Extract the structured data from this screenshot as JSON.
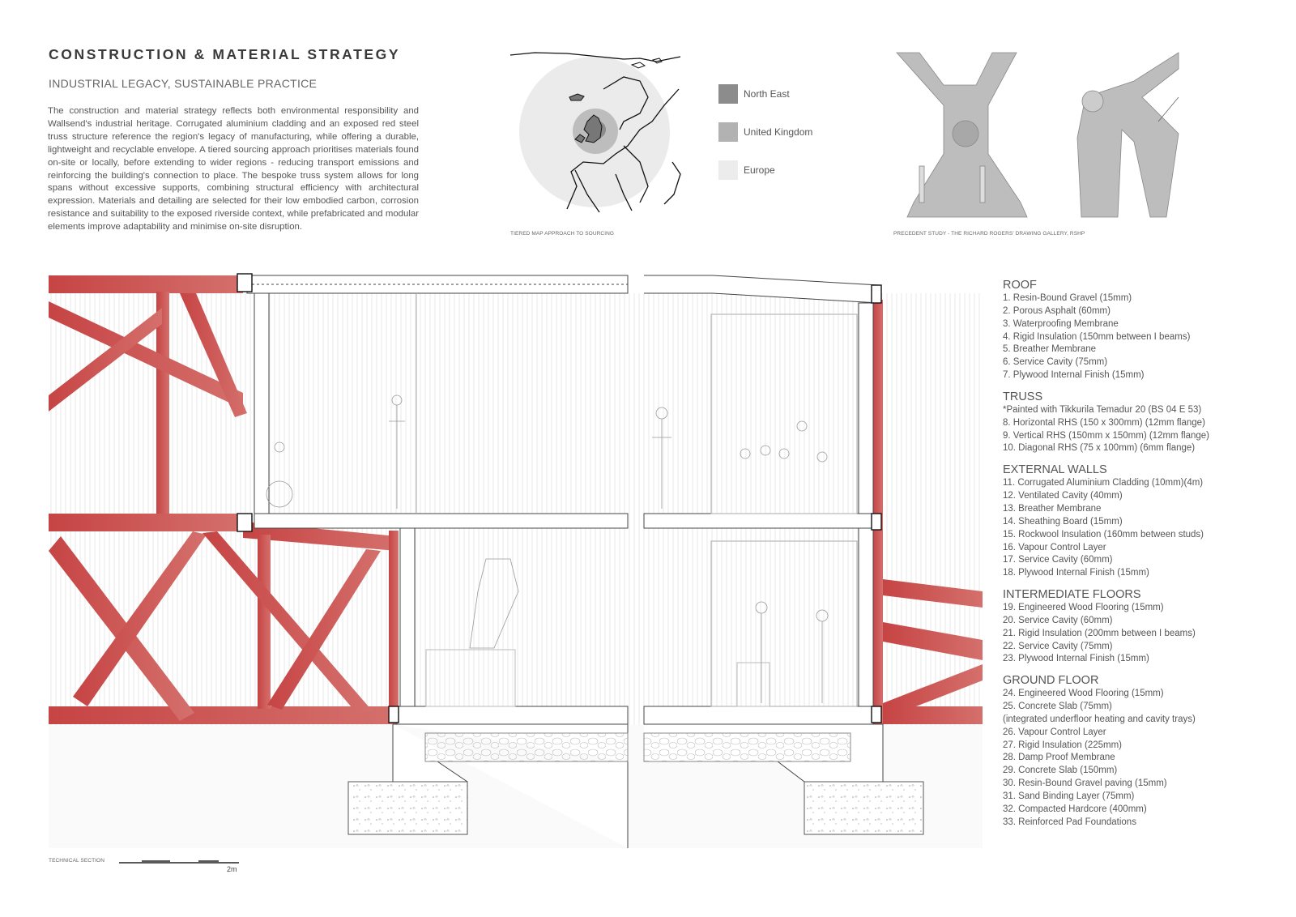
{
  "header": {
    "title": "CONSTRUCTION & MATERIAL STRATEGY",
    "subtitle": "INDUSTRIAL LEGACY, SUSTAINABLE PRACTICE",
    "intro": "The construction and material strategy reflects both environmental responsibility and Wallsend's industrial heritage. Corrugated aluminium cladding and an exposed red steel truss structure reference the region's legacy of manufacturing, while offering a durable, lightweight and recyclable envelope. A tiered sourcing approach prioritises materials found on-site or locally, before extending to wider regions - reducing transport emissions and reinforcing the building's connection to place. The bespoke truss system allows for long spans without excessive supports, combining structural efficiency with architectural expression. Materials and detailing are selected for their low embodied carbon, corrosion resistance and suitability to the exposed riverside context, while prefabricated and modular elements improve adaptability and minimise on-site disruption."
  },
  "map": {
    "caption": "TIERED MAP APPROACH TO SOURCING",
    "legend": [
      {
        "label": "North East",
        "color": "#8c8c8c"
      },
      {
        "label": "United Kingdom",
        "color": "#b2b2b2"
      },
      {
        "label": "Europe",
        "color": "#ececec"
      }
    ]
  },
  "precedent": {
    "caption": "PRECEDENT STUDY - THE RICHARD ROGERS' DRAWING GALLERY, RSHP"
  },
  "section": {
    "caption": "TECHNICAL SECTION",
    "scale_label": "2m",
    "truss_color": "#c8504e"
  },
  "spec": [
    {
      "heading": "ROOF",
      "items": [
        "1. Resin-Bound Gravel (15mm)",
        "2. Porous Asphalt (60mm)",
        "3. Waterproofing Membrane",
        "4. Rigid Insulation (150mm between I beams)",
        "5. Breather Membrane",
        "6. Service Cavity (75mm)",
        "7. Plywood Internal Finish (15mm)"
      ]
    },
    {
      "heading": "TRUSS",
      "items": [
        "*Painted with Tikkurila Temadur 20 (BS 04 E 53)",
        "8. Horizontal RHS (150 x 300mm) (12mm flange)",
        "9. Vertical RHS (150mm x 150mm) (12mm flange)",
        "10. Diagonal RHS (75 x 100mm) (6mm flange)"
      ]
    },
    {
      "heading": "EXTERNAL WALLS",
      "items": [
        "11. Corrugated Aluminium Cladding (10mm)(4m)",
        "12. Ventilated Cavity (40mm)",
        "13. Breather Membrane",
        "14. Sheathing Board (15mm)",
        "15. Rockwool Insulation (160mm between studs)",
        "16. Vapour Control Layer",
        "17. Service Cavity (60mm)",
        "18. Plywood Internal Finish (15mm)"
      ]
    },
    {
      "heading": "INTERMEDIATE FLOORS",
      "items": [
        "19. Engineered Wood Flooring (15mm)",
        "20. Service Cavity (60mm)",
        "21. Rigid Insulation (200mm between I beams)",
        "22. Service Cavity (75mm)",
        "23. Plywood Internal Finish (15mm)"
      ]
    },
    {
      "heading": "GROUND FLOOR",
      "items": [
        "24. Engineered Wood Flooring (15mm)",
        "25. Concrete Slab (75mm)",
        "(integrated underfloor heating and cavity trays)",
        "26. Vapour Control Layer",
        "27. Rigid Insulation (225mm)",
        "28. Damp Proof Membrane",
        "29. Concrete Slab (150mm)",
        "30. Resin-Bound Gravel paving (15mm)",
        "31. Sand Binding Layer (75mm)",
        "32. Compacted Hardcore (400mm)",
        "33. Reinforced Pad Foundations"
      ]
    }
  ]
}
